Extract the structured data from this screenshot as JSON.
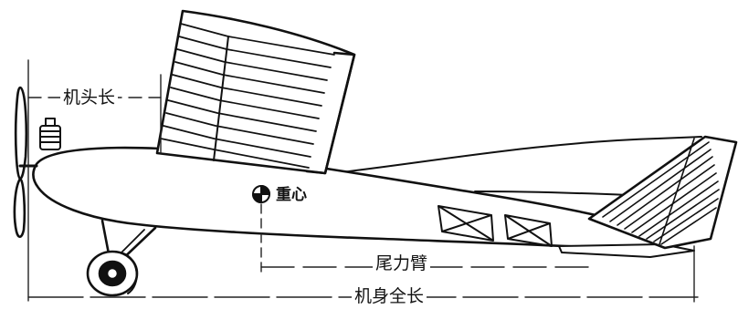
{
  "labels": {
    "nose_length": "机头长",
    "center_of_gravity": "重心",
    "tail_arm": "尾力臂",
    "total_length": "机身全长"
  }
}
